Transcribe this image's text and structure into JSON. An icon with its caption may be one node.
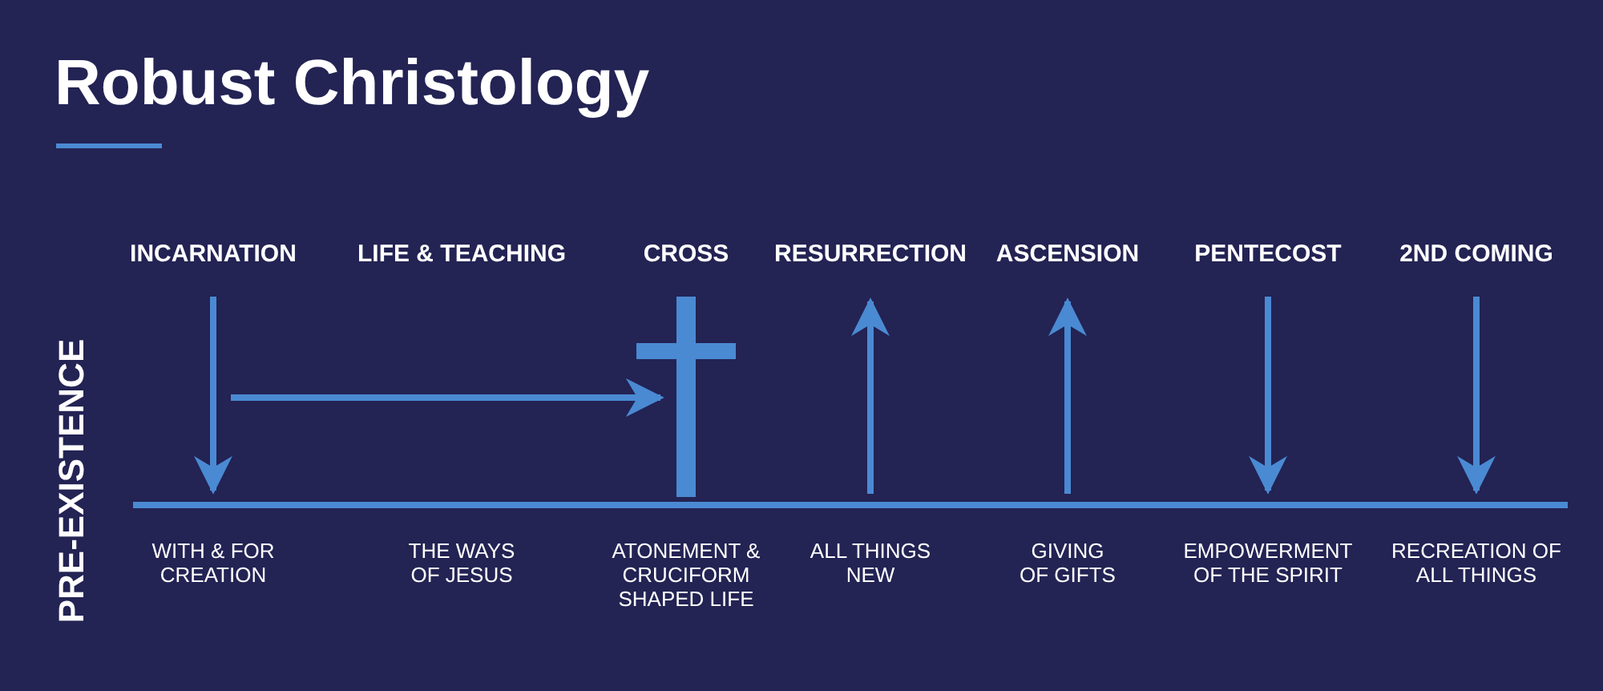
{
  "diagram": {
    "title": "Robust Christology",
    "labels": [
      "INCARNATION",
      "LIFE & TEACHING",
      "CROSS",
      "RESURRECTION",
      "ASCENSION",
      "PENTECOST",
      "2ND COMING",
      "PRE-EXISTENCE",
      "WITH & FOR CREATION",
      "THE WAYS OF JESUS",
      "ATONEMENT & CRUCIFORM SHAPED LIFE",
      "ALL THINGS NEW",
      "GIVING OF GIFTS",
      "EMPOWERMENT OF THE SPIRIT",
      "RECREATION OF ALL THINGS"
    ]
  }
}
